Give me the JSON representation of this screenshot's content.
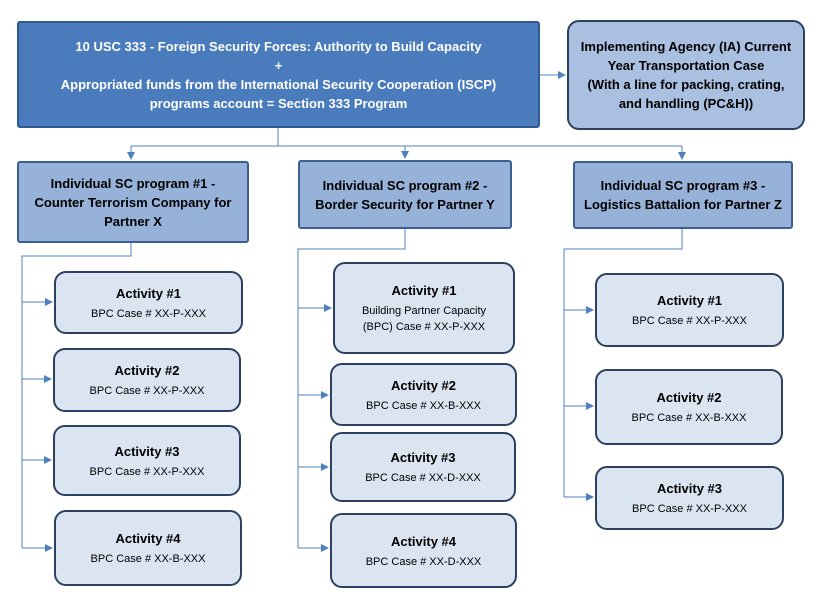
{
  "root": {
    "lines": [
      "10 USC 333 - Foreign Security Forces: Authority to Build Capacity",
      "+",
      "Appropriated funds from the International Security Cooperation (ISCP)",
      "programs account = Section 333 Program"
    ]
  },
  "implementing_agency": {
    "lines": [
      "Implementing Agency (IA) Current",
      "Year Transportation Case",
      "(With a line for packing, crating,",
      "and handling (PC&H))"
    ]
  },
  "programs": [
    {
      "title_lines": [
        "Individual SC program #1 -",
        "Counter Terrorism Company for",
        "Partner X"
      ],
      "activities": [
        {
          "title": "Activity #1",
          "case_lines": [
            "BPC Case # XX-P-XXX"
          ]
        },
        {
          "title": "Activity #2",
          "case_lines": [
            "BPC Case # XX-P-XXX"
          ]
        },
        {
          "title": "Activity #3",
          "case_lines": [
            "BPC Case # XX-P-XXX"
          ]
        },
        {
          "title": "Activity #4",
          "case_lines": [
            "BPC Case # XX-B-XXX"
          ]
        }
      ]
    },
    {
      "title_lines": [
        "Individual SC program #2 -",
        "Border Security for Partner Y"
      ],
      "activities": [
        {
          "title": "Activity #1",
          "case_lines": [
            "Building Partner Capacity",
            "(BPC) Case # XX-P-XXX"
          ]
        },
        {
          "title": "Activity #2",
          "case_lines": [
            "BPC Case # XX-B-XXX"
          ]
        },
        {
          "title": "Activity #3",
          "case_lines": [
            "BPC Case # XX-D-XXX"
          ]
        },
        {
          "title": "Activity #4",
          "case_lines": [
            "BPC Case # XX-D-XXX"
          ]
        }
      ]
    },
    {
      "title_lines": [
        "Individual SC program #3 -",
        "Logistics Battalion for Partner Z"
      ],
      "activities": [
        {
          "title": "Activity #1",
          "case_lines": [
            "BPC Case # XX-P-XXX"
          ]
        },
        {
          "title": "Activity #2",
          "case_lines": [
            "BPC Case # XX-B-XXX"
          ]
        },
        {
          "title": "Activity #3",
          "case_lines": [
            "BPC Case # XX-P-XXX"
          ]
        }
      ]
    }
  ],
  "colors": {
    "root_fill": "#4a7bbd",
    "program_fill": "#97b2d8",
    "ia_fill": "#a9c0e0",
    "activity_fill": "#dbe5f2",
    "connector": "#4f81bd"
  }
}
